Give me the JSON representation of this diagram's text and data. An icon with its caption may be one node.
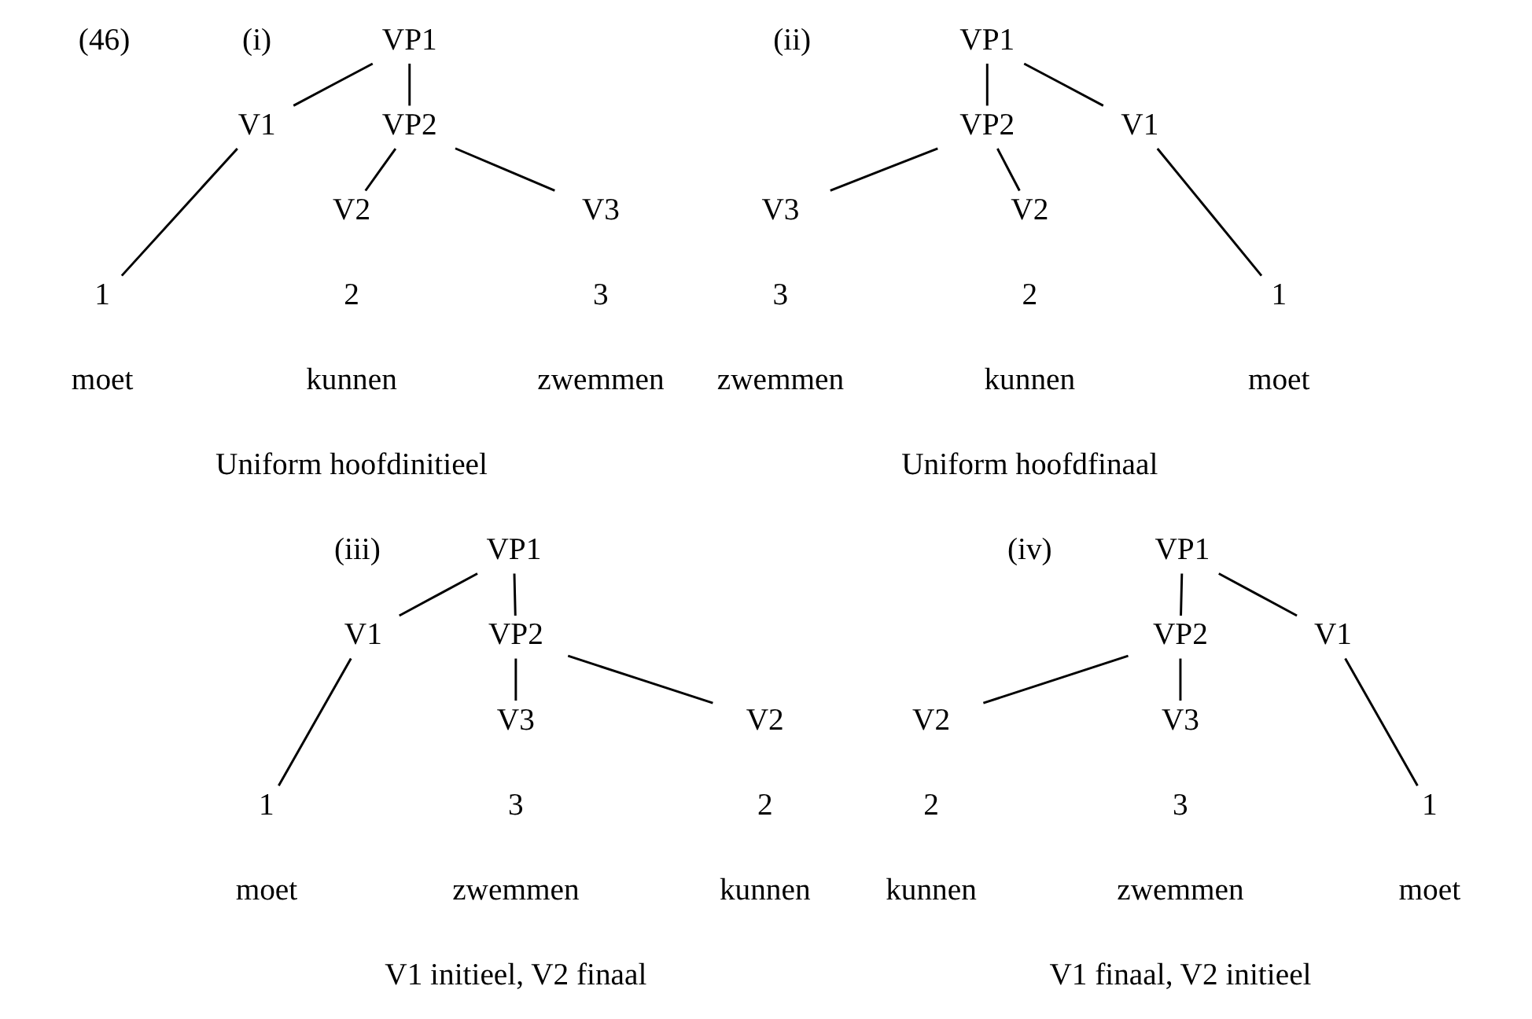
{
  "diagram": {
    "nodes": [
      {
        "text": [
          "VP1"
        ]
      },
      {
        "text": [
          "V1"
        ]
      },
      {
        "text": [
          "VP2"
        ]
      },
      {
        "text": [
          "V2"
        ]
      },
      {
        "text": [
          "V3"
        ]
      },
      {
        "text": [
          "1"
        ]
      },
      {
        "text": [
          "VP1"
        ]
      },
      {
        "text": [
          "VP2"
        ]
      },
      {
        "text": [
          "V1"
        ]
      },
      {
        "text": [
          "V3"
        ]
      },
      {
        "text": [
          "V2"
        ]
      },
      {
        "text": [
          "1"
        ]
      },
      {
        "text": [
          "VP1"
        ]
      },
      {
        "text": [
          "V1"
        ]
      },
      {
        "text": [
          "VP2"
        ]
      },
      {
        "text": [
          "V3"
        ]
      },
      {
        "text": [
          "V2"
        ]
      },
      {
        "text": [
          "1"
        ]
      },
      {
        "text": [
          "VP1"
        ]
      },
      {
        "text": [
          "VP2"
        ]
      },
      {
        "text": [
          "V1"
        ]
      },
      {
        "text": [
          "V2"
        ]
      },
      {
        "text": [
          "V3"
        ]
      },
      {
        "text": [
          "1"
        ]
      }
    ],
    "edges": [
      {
        "from": 0,
        "to": 1,
        "arrow": "none"
      },
      {
        "from": 0,
        "to": 2,
        "arrow": "none"
      },
      {
        "from": 2,
        "to": 3,
        "arrow": "none"
      },
      {
        "from": 2,
        "to": 4,
        "arrow": "none"
      },
      {
        "from": 1,
        "to": 5,
        "arrow": "none"
      },
      {
        "from": 6,
        "to": 7,
        "arrow": "none"
      },
      {
        "from": 6,
        "to": 8,
        "arrow": "none"
      },
      {
        "from": 7,
        "to": 9,
        "arrow": "none"
      },
      {
        "from": 7,
        "to": 10,
        "arrow": "none"
      },
      {
        "from": 8,
        "to": 11,
        "arrow": "none"
      },
      {
        "from": 12,
        "to": 13,
        "arrow": "none"
      },
      {
        "from": 12,
        "to": 14,
        "arrow": "none"
      },
      {
        "from": 14,
        "to": 15,
        "arrow": "none"
      },
      {
        "from": 14,
        "to": 16,
        "arrow": "none"
      },
      {
        "from": 13,
        "to": 17,
        "arrow": "none"
      },
      {
        "from": 18,
        "to": 19,
        "arrow": "none"
      },
      {
        "from": 18,
        "to": 20,
        "arrow": "none"
      },
      {
        "from": 19,
        "to": 21,
        "arrow": "none"
      },
      {
        "from": 19,
        "to": 22,
        "arrow": "none"
      },
      {
        "from": 20,
        "to": 23,
        "arrow": "none"
      }
    ],
    "labels": [
      "(46)",
      "(i)",
      "(ii)",
      "2",
      "3",
      "3",
      "2",
      "moet",
      "kunnen",
      "zwemmen",
      "zwemmen",
      "kunnen",
      "moet",
      "Uniform hoofdinitieel",
      "Uniform hoofdfinaal",
      "(iii)",
      "(iv)",
      "3",
      "2",
      "2",
      "3",
      "moet",
      "zwemmen",
      "kunnen",
      "kunnen",
      "zwemmen",
      "moet",
      "V1 initieel, V2 finaal",
      "V1 finaal, V2 initieel"
    ]
  }
}
